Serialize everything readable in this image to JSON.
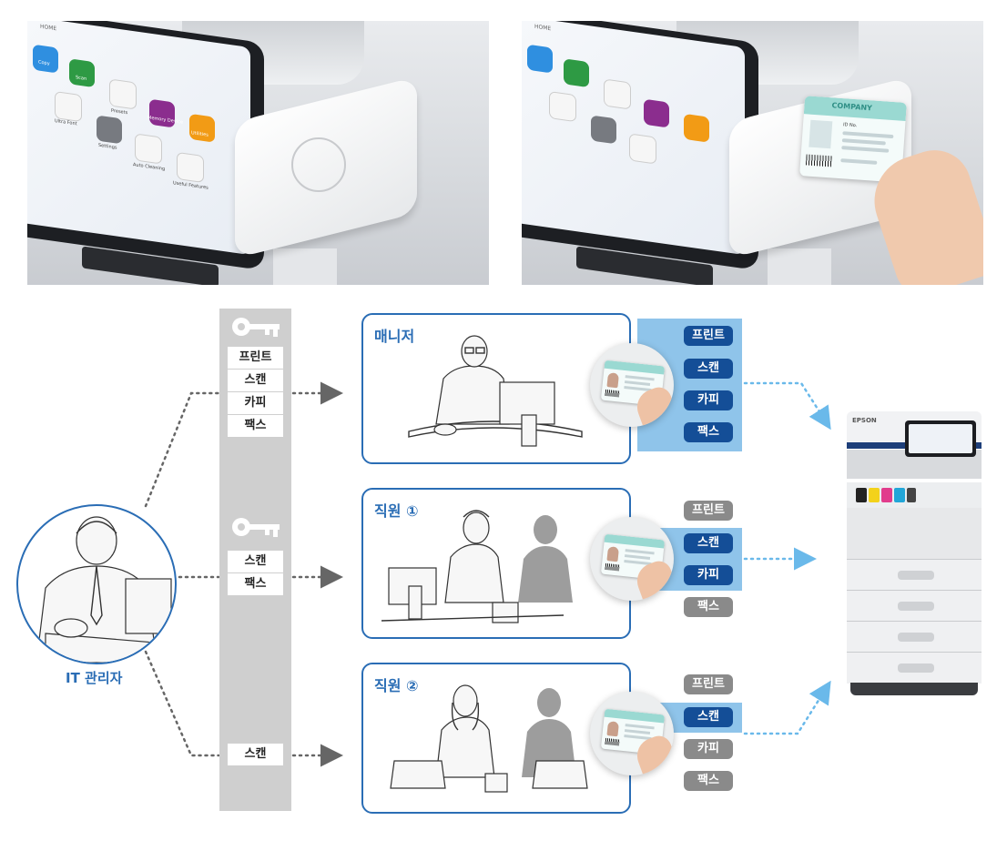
{
  "photos": {
    "left": {
      "screen_title": "HOME",
      "tiles": [
        {
          "label": "Copy",
          "color": "#2f8fe0"
        },
        {
          "label": "Scan",
          "color": "#2e9a44"
        },
        {
          "label": "Presets",
          "color": "#f1f1f1"
        },
        {
          "label": "Memory Device",
          "color": "#8b2d8e"
        },
        {
          "label": "Settings",
          "color": "#777a80"
        },
        {
          "label": "Auto Cleaning",
          "color": "#f1f1f1"
        },
        {
          "label": "Useful Features",
          "color": "#f1f1f1"
        },
        {
          "label": "Ultra Font",
          "color": "#f1f1f1"
        },
        {
          "label": "Utilities",
          "color": "#f29b15"
        }
      ]
    },
    "right": {
      "screen_title": "HOME",
      "card_logo": "COMPANY",
      "card_id": "ID No."
    }
  },
  "diagram": {
    "admin_label": "IT 관리자",
    "key_icon": "key-icon",
    "permission_sets": [
      {
        "items": [
          "프린트",
          "스캔",
          "카피",
          "팩스"
        ]
      },
      {
        "items": [
          "스캔",
          "팩스"
        ]
      },
      {
        "items": [
          "스캔"
        ]
      }
    ],
    "roles": [
      {
        "title": "매니저",
        "pills": [
          {
            "label": "프린트",
            "enabled": true
          },
          {
            "label": "스캔",
            "enabled": true
          },
          {
            "label": "카피",
            "enabled": true
          },
          {
            "label": "팩스",
            "enabled": true
          }
        ]
      },
      {
        "title": "직원 ①",
        "pills": [
          {
            "label": "프린트",
            "enabled": false
          },
          {
            "label": "스캔",
            "enabled": true
          },
          {
            "label": "카피",
            "enabled": true
          },
          {
            "label": "팩스",
            "enabled": false
          }
        ]
      },
      {
        "title": "직원 ②",
        "pills": [
          {
            "label": "프린트",
            "enabled": false
          },
          {
            "label": "스캔",
            "enabled": true
          },
          {
            "label": "카피",
            "enabled": false
          },
          {
            "label": "팩스",
            "enabled": false
          }
        ]
      }
    ],
    "printer": {
      "brand": "EPSON"
    },
    "colors": {
      "accent": "#2a6db5",
      "enabled_pill": "#144e97",
      "disabled_pill": "#8a8a8a",
      "highlight": "#8fc4ea",
      "arrow_grey": "#666666",
      "arrow_blue": "#6ab9ea"
    }
  }
}
